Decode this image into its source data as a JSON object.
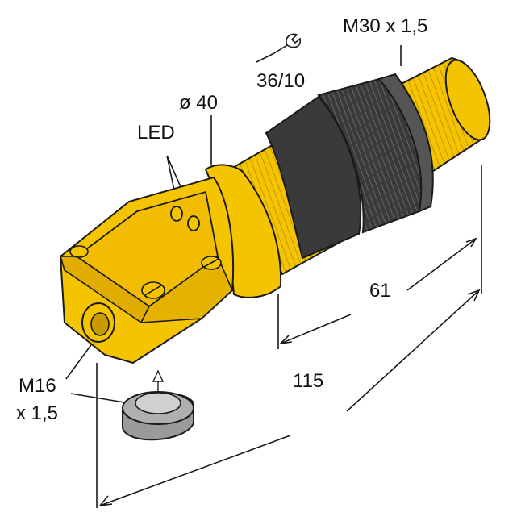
{
  "labels": {
    "thread_main": "M30 x 1,5",
    "wrench_size": "36/10",
    "diameter": "ø 40",
    "led": "LED",
    "dim_61": "61",
    "dim_115": "115",
    "cable_thread_line1": "M16",
    "cable_thread_line2": "x 1,5"
  },
  "colors": {
    "body": "#f5c400",
    "body_dark": "#c99a00",
    "nut": "#3a3a3a",
    "nut_light": "#6a6a6a",
    "outline": "#1a1a1a",
    "plug": "#b0b0b0"
  }
}
